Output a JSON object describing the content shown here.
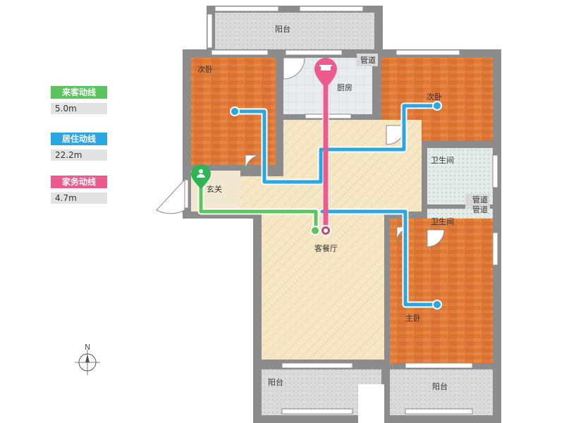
{
  "legend": {
    "items": [
      {
        "title": "来客动线",
        "value": "5.0m",
        "color": "#5cc45c"
      },
      {
        "title": "居住动线",
        "value": "22.2m",
        "color": "#2aa7e0"
      },
      {
        "title": "家务动线",
        "value": "4.7m",
        "color": "#ec5b8c"
      }
    ]
  },
  "rooms": {
    "balcony_top": "阳台",
    "bedroom_nw": "次卧",
    "kitchen": "厨房",
    "duct_top": "管道",
    "bedroom_ne": "次卧",
    "bath_1": "卫生间",
    "duct_mid_1": "管道",
    "duct_mid_2": "管道",
    "bath_2": "卫生间",
    "entrance": "玄关",
    "living_dining": "客餐厅",
    "master_bedroom": "主卧",
    "balcony_bl": "阳台",
    "balcony_br": "阳台"
  },
  "compass": {
    "north": "N"
  },
  "colors": {
    "wall": "#8c8c8c",
    "wood": "#e27a3a",
    "living": "#f5e6c4",
    "tile": "#e9ecef",
    "balcony": "#dadada",
    "guest": "#5cc45c",
    "living_route": "#2aa7e0",
    "chore": "#ec5b8c"
  }
}
